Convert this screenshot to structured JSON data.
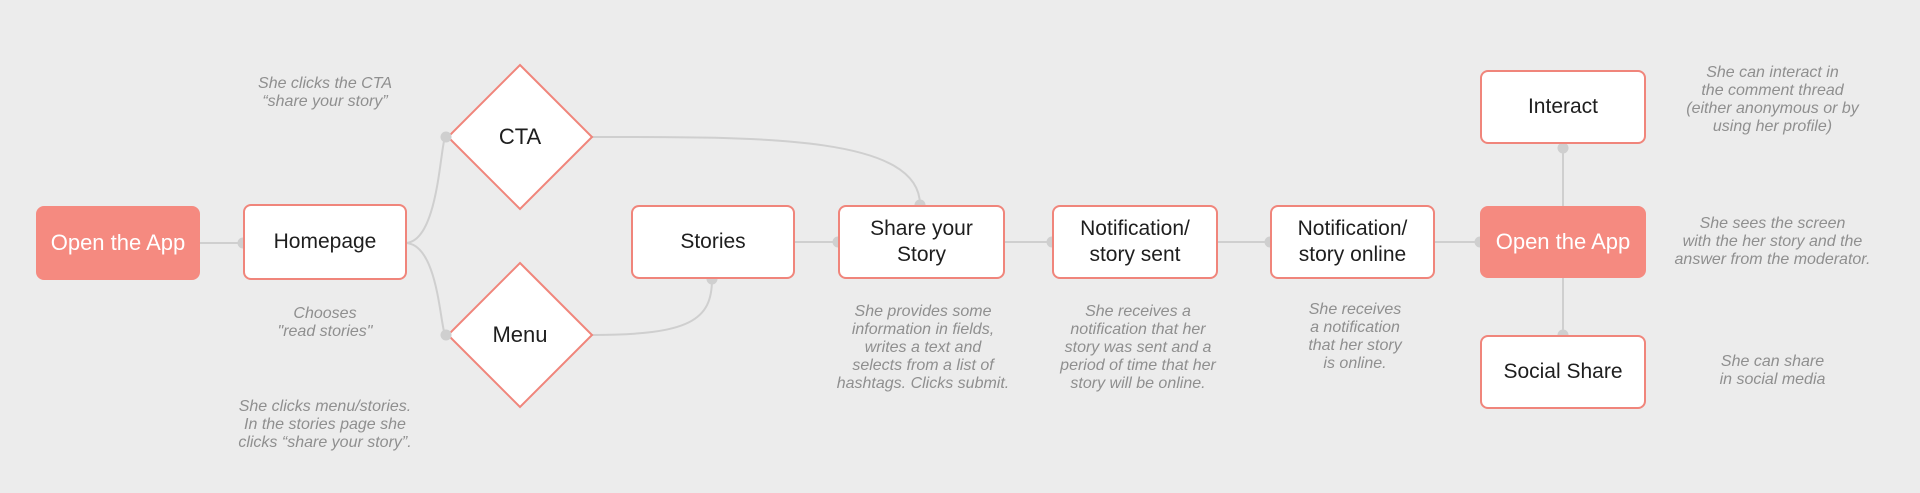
{
  "colors": {
    "background": "#ececec",
    "accent": "#f58a80",
    "node_border": "#f0857b",
    "connector": "#cfcfcf",
    "note_text": "#8f8f8f"
  },
  "nodes": {
    "open_app_start": "Open the App",
    "homepage": "Homepage",
    "cta": "CTA",
    "menu": "Menu",
    "stories": "Stories",
    "share_story": "Share your\nStory",
    "notification_sent": "Notification/\nstory sent",
    "notification_online": "Notification/\nstory online",
    "open_app_end": "Open the App",
    "interact": "Interact",
    "social_share": "Social Share"
  },
  "notes": {
    "cta_click": "She clicks the CTA\n“share your story”",
    "read_stories": "Chooses\n\"read stories\"",
    "menu_stories": "She clicks menu/stories.\nIn the stories page she\nclicks “share your story”.",
    "provides_info": "She provides some\ninformation in fields,\nwrites a text and\nselects from a list of\nhashtags. Clicks submit.",
    "receives_sent": "She receives a\nnotification that her\nstory was sent and a\nperiod of time that her\nstory will be online.",
    "receives_online": "She receives\na notification\nthat her story\nis online.",
    "interact_thread": "She can interact in\nthe comment thread\n(either anonymous or by\nusing her profile)",
    "sees_screen": "She sees the screen\nwith the her story and the\nanswer from the moderator.",
    "share_social": "She can share\nin social media"
  }
}
